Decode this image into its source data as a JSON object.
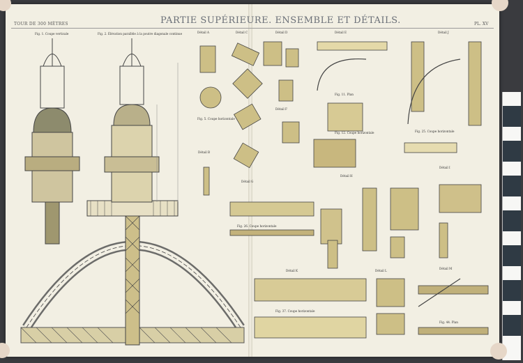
{
  "plate": {
    "header_left": "TOUR DE 300 MÈTRES",
    "title": "PARTIE SUPÉRIEURE. ENSEMBLE ET DÉTAILS.",
    "plate_number": "PL. XV"
  },
  "captions": {
    "fig1": "Fig. 1. Coupe verticale",
    "fig2": "Fig. 2. Élévation parallèle à la poutre diagonale continue",
    "detailA": "Détail A",
    "detailB": "Détail B",
    "detailC": "Détail C",
    "detailD": "Détail D",
    "detailE": "Détail E",
    "detailF": "Détail F",
    "detailG": "Détail G",
    "detailH": "Détail H",
    "detailI": "Détail I",
    "detailJ": "Détail J",
    "detailK": "Détail K",
    "detailL": "Détail L",
    "detailM": "Détail M",
    "fig5": "Fig. 5. Coupe horizontale",
    "fig11": "Fig. 11. Plan",
    "fig12": "Fig. 12. Coupe horizontale",
    "fig25": "Fig. 25. Coupe horizontale",
    "fig26": "Fig. 26. Coupe horizontale",
    "fig37": "Fig. 37. Coupe horizontale",
    "fig44": "Fig. 44. Plan"
  }
}
